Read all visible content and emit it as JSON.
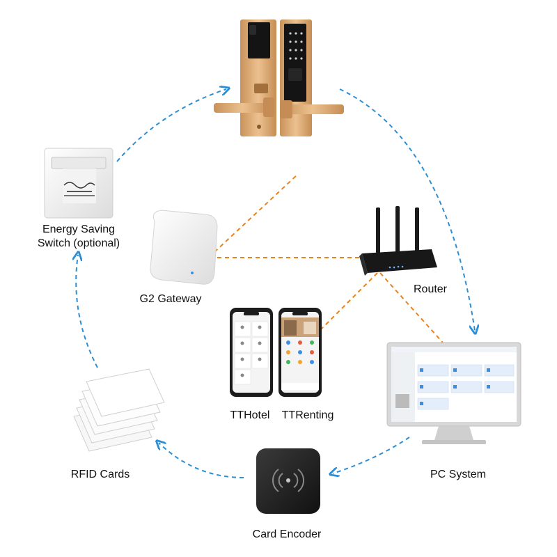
{
  "labels": {
    "energy_switch_line1": "Energy Saving",
    "energy_switch_line2": "Switch (optional)",
    "gateway": "G2 Gateway",
    "router": "Router",
    "tthotel": "TTHotel",
    "ttrenting": "TTRenting",
    "pc_system": "PC System",
    "rfid_cards": "RFID Cards",
    "card_encoder": "Card Encoder"
  },
  "colors": {
    "cycle_arrow": "#2b8fd6",
    "network_link": "#e8821c",
    "lock_gold": "#d9a86a",
    "lock_black": "#1a1a1a"
  }
}
